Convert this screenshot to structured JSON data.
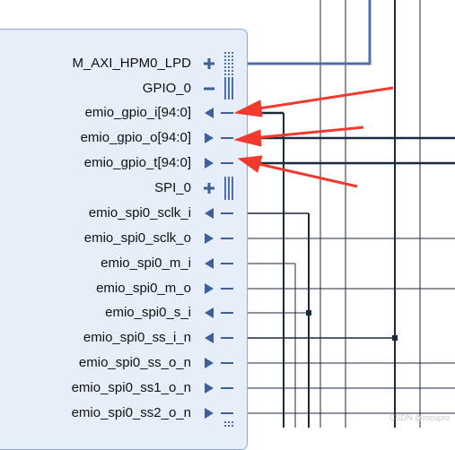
{
  "block": {
    "pins": [
      {
        "label": "M_AXI_HPM0_LPD",
        "glyph": "plus-icon"
      },
      {
        "label": "GPIO_0",
        "glyph": "minus-icon"
      },
      {
        "label": "emio_gpio_i[94:0]",
        "glyph": "input-arrow-icon"
      },
      {
        "label": "emio_gpio_o[94:0]",
        "glyph": "output-arrow-icon"
      },
      {
        "label": "emio_gpio_t[94:0]",
        "glyph": "output-arrow-icon"
      },
      {
        "label": "SPI_0",
        "glyph": "plus-icon"
      },
      {
        "label": "emio_spi0_sclk_i",
        "glyph": "input-arrow-icon"
      },
      {
        "label": "emio_spi0_sclk_o",
        "glyph": "output-arrow-icon"
      },
      {
        "label": "emio_spi0_m_i",
        "glyph": "input-arrow-icon"
      },
      {
        "label": "emio_spi0_m_o",
        "glyph": "output-arrow-icon"
      },
      {
        "label": "emio_spi0_s_i",
        "glyph": "input-arrow-icon"
      },
      {
        "label": "emio_spi0_ss_i_n",
        "glyph": "input-arrow-icon"
      },
      {
        "label": "emio_spi0_ss_o_n",
        "glyph": "output-arrow-icon"
      },
      {
        "label": "emio_spi0_ss1_o_n",
        "glyph": "output-arrow-icon"
      },
      {
        "label": "emio_spi0_ss2_o_n",
        "glyph": "output-arrow-icon"
      }
    ]
  },
  "colors": {
    "block_fill": "#e6eef9",
    "block_border": "#94a9c7",
    "pin_glyph": "#3f5f9a",
    "wire": "#1b2a3d",
    "bus": "#4f6fa8",
    "annotation_arrow": "#f03a2e"
  },
  "watermark": "CSDN @mcupro"
}
